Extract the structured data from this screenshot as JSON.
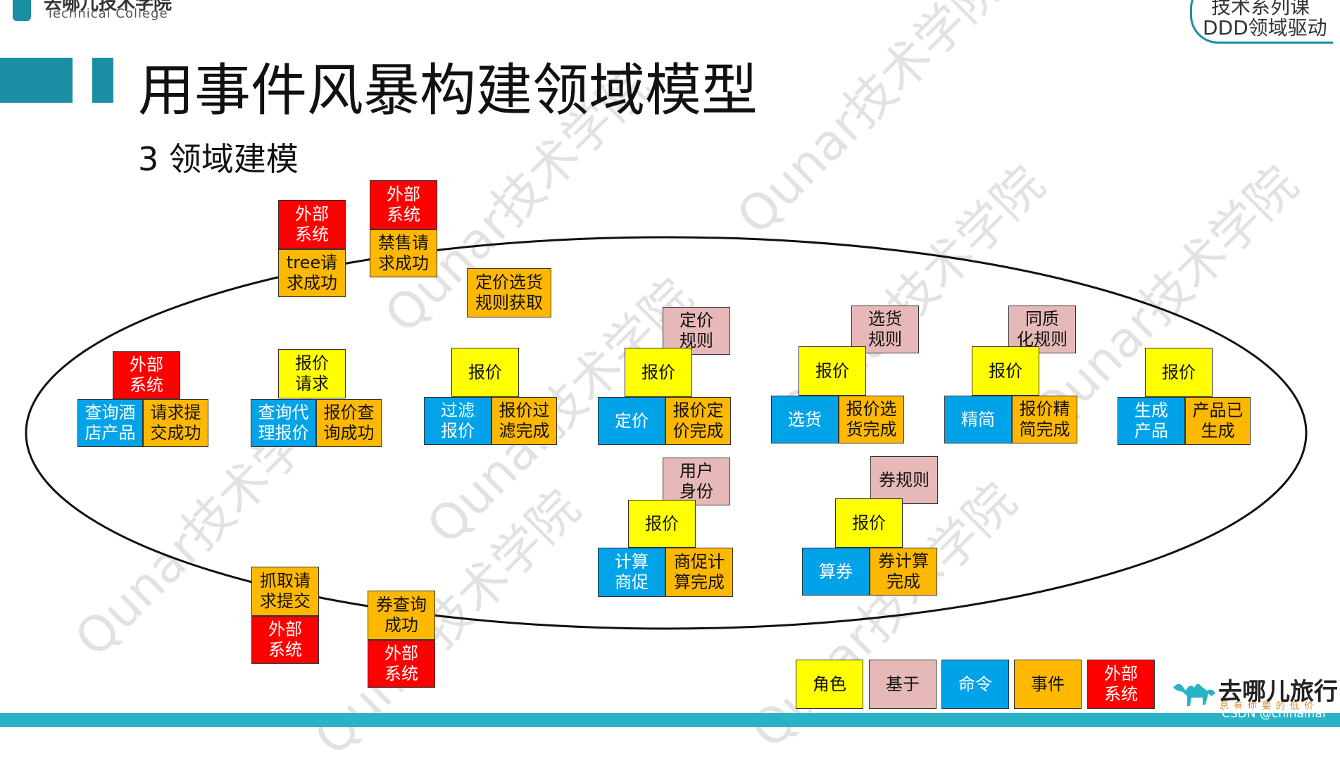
{
  "header": {
    "college_cn": "去哪儿技术学院",
    "college_en": "Technical College",
    "badge_line1": "技术系列课",
    "badge_line2": "DDD领域驱动",
    "title": "用事件风暴构建领域模型",
    "subtitle": "3 领域建模"
  },
  "watermark": "Qunar技术学院",
  "notes": {
    "ext1": "外部\n系统",
    "evt_tree": "tree请\n求成功",
    "ext2": "外部\n系统",
    "evt_ban": "禁售请\n求成功",
    "evt_rule": "定价选货\n规则获取",
    "ext3": "外部\n系统",
    "cmd_query_hotel": "查询酒\n店产品",
    "evt_submit": "请求提\n交成功",
    "act_quote_req": "报价\n请求",
    "cmd_query_agent": "查询代\n理报价",
    "evt_quote_query": "报价查\n询成功",
    "act_quote1": "报价",
    "cmd_filter": "过滤\n报价",
    "evt_filter": "报价过\n滤完成",
    "pol_pricing": "定价\n规则",
    "act_quote2": "报价",
    "cmd_pricing": "定价",
    "evt_pricing": "报价定\n价完成",
    "pol_select": "选货\n规则",
    "act_quote3": "报价",
    "cmd_select": "选货",
    "evt_select": "报价选\n货完成",
    "pol_homog": "同质\n化规则",
    "act_quote4": "报价",
    "cmd_simplify": "精简",
    "evt_simplify": "报价精\n简完成",
    "act_quote5": "报价",
    "cmd_gen": "生成\n产品",
    "evt_gen": "产品已\n生成",
    "pol_user": "用户\n身份",
    "act_quote6": "报价",
    "cmd_promo": "计算\n商促",
    "evt_promo": "商促计\n算完成",
    "pol_coupon": "券规则",
    "act_quote7": "报价",
    "cmd_coupon": "算券",
    "evt_coupon": "券计算\n完成",
    "evt_fetch": "抓取请\n求提交",
    "ext4": "外部\n系统",
    "evt_coupon_q": "券查询\n成功",
    "ext5": "外部\n系统"
  },
  "legend": {
    "actor": "角色",
    "policy": "基于",
    "command": "命令",
    "event": "事件",
    "external": "外部\n系统"
  },
  "footer": {
    "brand": "去哪儿旅行",
    "slogan": "总有你要的低价",
    "csdn": "CSDN @chihaihai"
  },
  "colors": {
    "accent": "#1a8fa3",
    "external": "#ff0000",
    "event": "#ffb800",
    "command": "#00a3e8",
    "actor": "#ffff00",
    "policy": "#e6b8b7"
  }
}
